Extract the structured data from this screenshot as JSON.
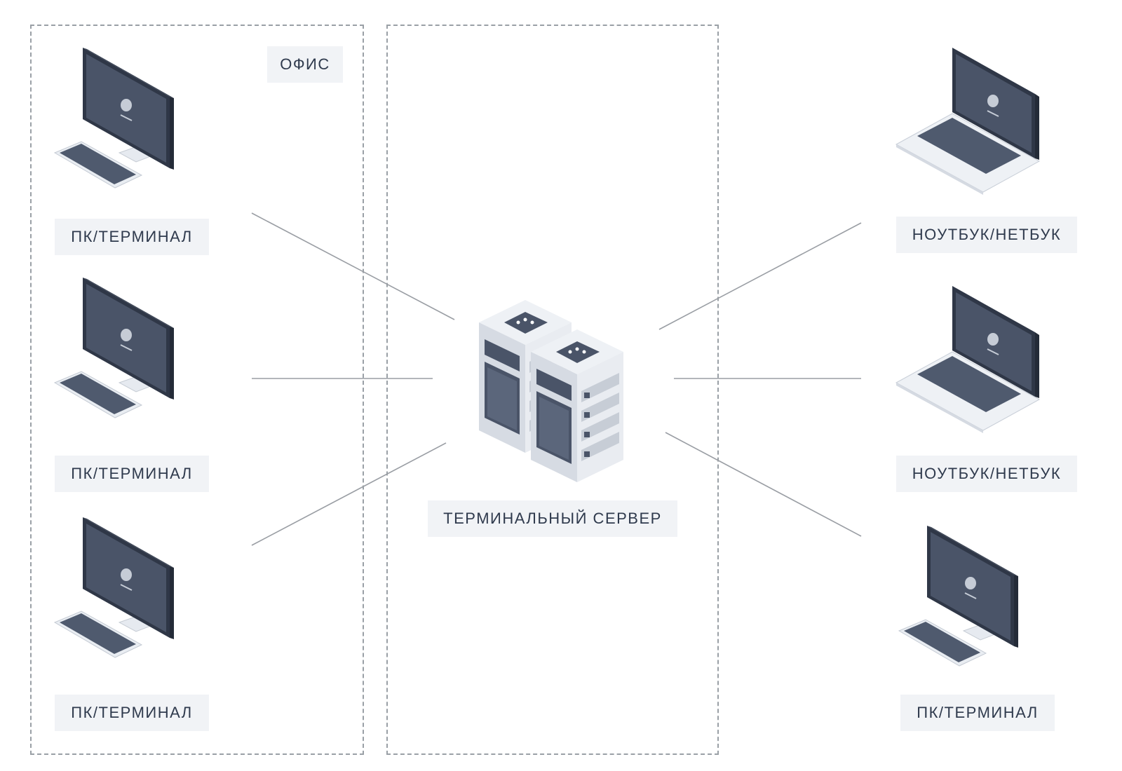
{
  "zones": {
    "office_label": "ОФИС"
  },
  "labels": {
    "pc_1": "ПК/ТЕРМИНАЛ",
    "pc_2": "ПК/ТЕРМИНАЛ",
    "pc_3": "ПК/ТЕРМИНАЛ",
    "server": "ТЕРМИНАЛЬНЫЙ СЕРВЕР",
    "laptop_1": "НОУТБУК/НЕТБУК",
    "laptop_2": "НОУТБУК/НЕТБУК",
    "pc_remote": "ПК/ТЕРМИНАЛ"
  },
  "icons": {
    "desktop": "desktop-computer-icon",
    "laptop": "laptop-icon",
    "server": "server-rack-icon"
  },
  "colors": {
    "screen": "#4a5468",
    "frame": "#2f3747",
    "device_light": "#e6eaf0",
    "label_bg": "#f1f3f6",
    "label_text": "#2f3a4d",
    "connector": "#9a9ea4"
  }
}
